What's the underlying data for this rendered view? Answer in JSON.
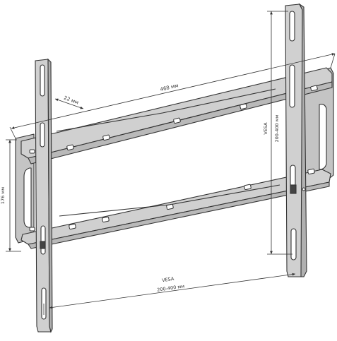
{
  "diagram": {
    "subject": "tv-wall-mount-bracket",
    "colors": {
      "line": "#333333",
      "panel_fill": "#d0d0d0",
      "panel_shade": "#b9b9b9",
      "hole_fill": "#ffffff",
      "latch_fill": "#444444",
      "background": "#ffffff"
    },
    "dimensions": {
      "width_label": "468 мм",
      "height_label": "176 мм",
      "depth_label": "22 мм",
      "vesa_horizontal_title": "VESA",
      "vesa_horizontal_range": "200-400 мм",
      "vesa_vertical_title": "VESA",
      "vesa_vertical_range": "200-400 мм"
    }
  }
}
